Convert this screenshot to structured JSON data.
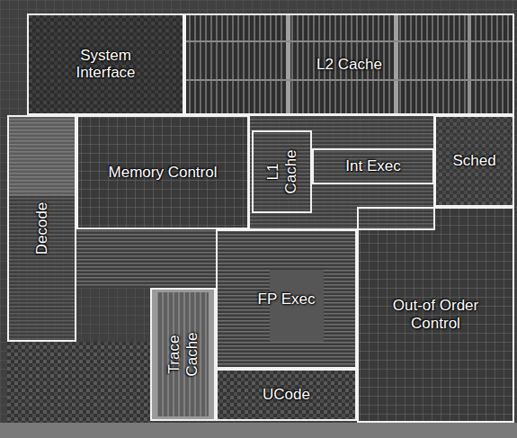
{
  "diagram": {
    "nodes": [
      {
        "text": [
          "System Interface"
        ]
      },
      {
        "text": [
          "L2 Cache"
        ]
      },
      {
        "text": [
          "Decode"
        ]
      },
      {
        "text": [
          "Memory Control"
        ]
      },
      {
        "text": [
          "L1 Cache"
        ]
      },
      {
        "text": [
          "Int Exec"
        ]
      },
      {
        "text": [
          "Sched"
        ]
      },
      {
        "text": [
          "FP Exec"
        ]
      },
      {
        "text": [
          "Out-of Order Control"
        ]
      },
      {
        "text": [
          "Trace Cache"
        ]
      },
      {
        "text": [
          "UCode"
        ]
      }
    ]
  }
}
